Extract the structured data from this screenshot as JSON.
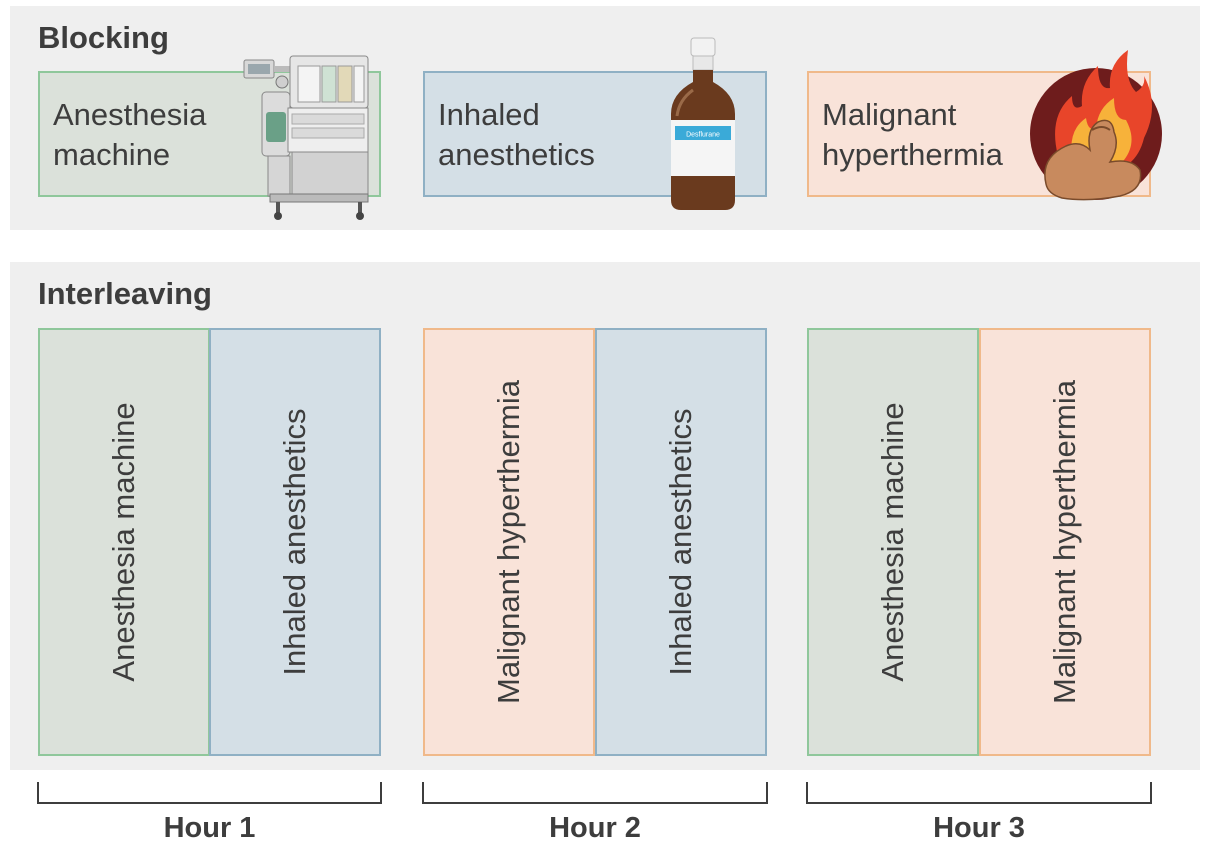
{
  "blocking": {
    "title": "Blocking",
    "boxes": [
      {
        "line1": "Anesthesia",
        "line2": "machine",
        "color": "#8fc79b",
        "icon": "anesthesia-machine-icon"
      },
      {
        "line1": "Inhaled",
        "line2": "anesthetics",
        "color": "#8fb0c4",
        "icon": "bottle-icon",
        "bottle_label": "Desflurane"
      },
      {
        "line1": "Malignant",
        "line2": "hyperthermia",
        "color": "#f0b98a",
        "icon": "flexed-arm-fire-icon"
      }
    ]
  },
  "interleaving": {
    "title": "Interleaving",
    "boxes": [
      {
        "label": "Anesthesia machine"
      },
      {
        "label": "Inhaled anesthetics"
      },
      {
        "label": "Malignant hyperthermia"
      },
      {
        "label": "Inhaled anesthetics"
      },
      {
        "label": "Anesthesia machine"
      },
      {
        "label": "Malignant hyperthermia"
      }
    ]
  },
  "hours": [
    "Hour 1",
    "Hour 2",
    "Hour 3"
  ]
}
